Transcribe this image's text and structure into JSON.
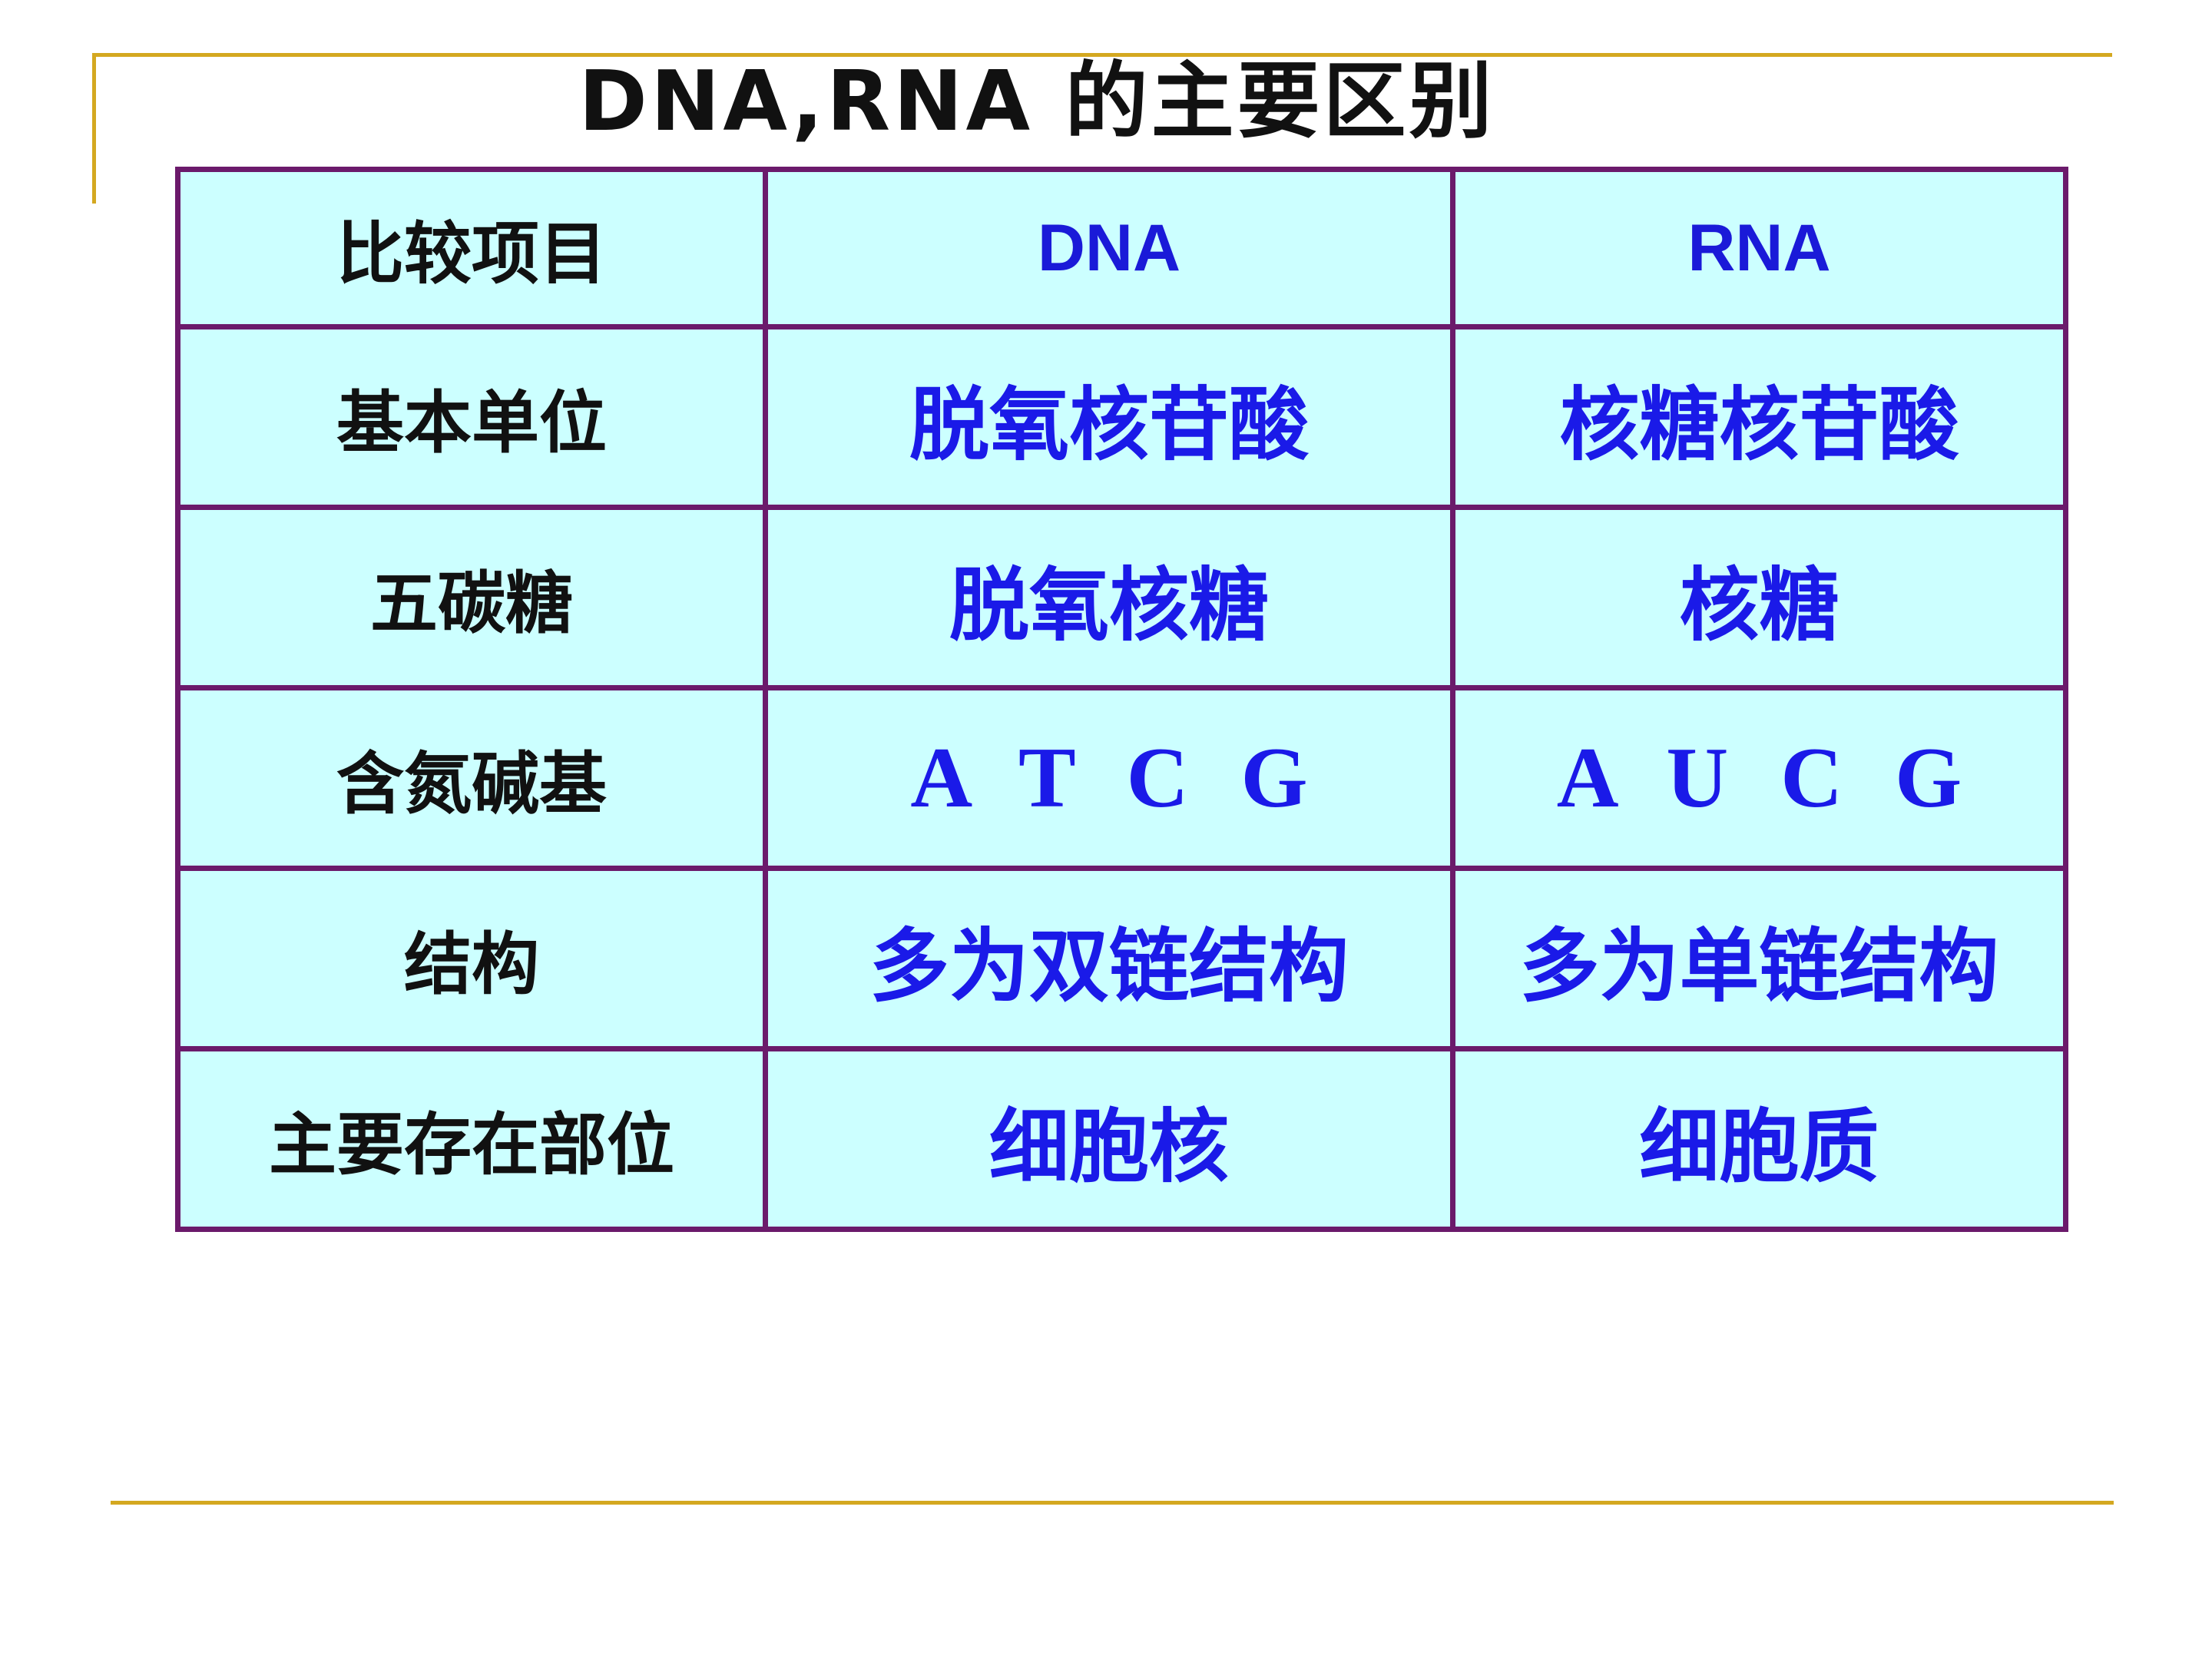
{
  "slide": {
    "title": "DNA,RNA 的主要区别"
  },
  "table": {
    "header": {
      "item": "比较项目",
      "dna": "DNA",
      "rna": "RNA"
    },
    "rows": [
      {
        "label": "基本单位",
        "dna": "脱氧核苷酸",
        "rna": "核糖核苷酸"
      },
      {
        "label": "五碳糖",
        "dna": "脱氧核糖",
        "rna": "核糖"
      },
      {
        "label": "含氮碱基",
        "dna": "A T C G",
        "rna": "A U C G"
      },
      {
        "label": "结构",
        "dna": "多为双链结构",
        "rna": "多为单链结构"
      },
      {
        "label": "主要存在部位",
        "dna": "细胞核",
        "rna": "细胞质"
      }
    ]
  },
  "colors": {
    "accent_rule": "#D4A820",
    "table_border": "#6B1A6B",
    "cell_background": "#CCFFFF",
    "value_text": "#1A1AE8"
  }
}
